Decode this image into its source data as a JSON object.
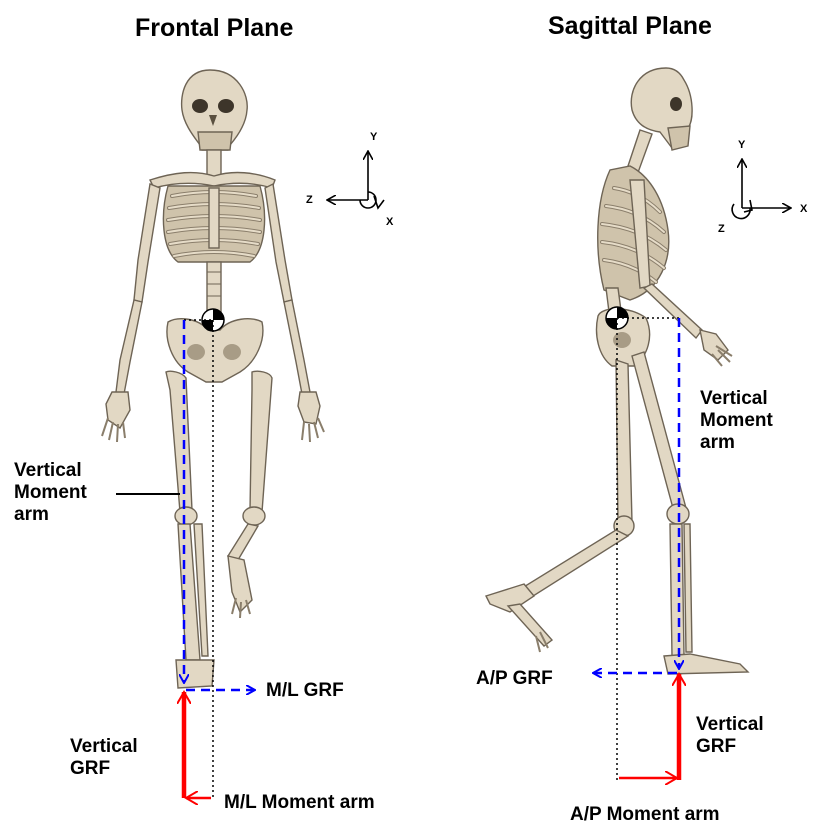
{
  "panels": {
    "frontal": {
      "title": "Frontal Plane",
      "axes": {
        "up": "Y",
        "side": "Z",
        "depth": "X"
      },
      "vertical_moment_arm": [
        "Vertical",
        "Moment",
        "arm"
      ],
      "lateral_grf": "M/L GRF",
      "vertical_grf": [
        "Vertical",
        "GRF"
      ],
      "lateral_moment_arm": "M/L Moment arm"
    },
    "sagittal": {
      "title": "Sagittal Plane",
      "axes": {
        "up": "Y",
        "side": "X",
        "depth": "Z"
      },
      "vertical_moment_arm": [
        "Vertical",
        "Moment",
        "arm"
      ],
      "ap_grf": "A/P GRF",
      "vertical_grf": [
        "Vertical",
        "GRF"
      ],
      "ap_moment_arm": "A/P Moment arm"
    }
  },
  "colors": {
    "vertical_grf_arrow": "#ff0000",
    "moment_arm_dashed": "#0000ff",
    "reference_dotted": "#000000",
    "bone": "#e2d8c4"
  }
}
